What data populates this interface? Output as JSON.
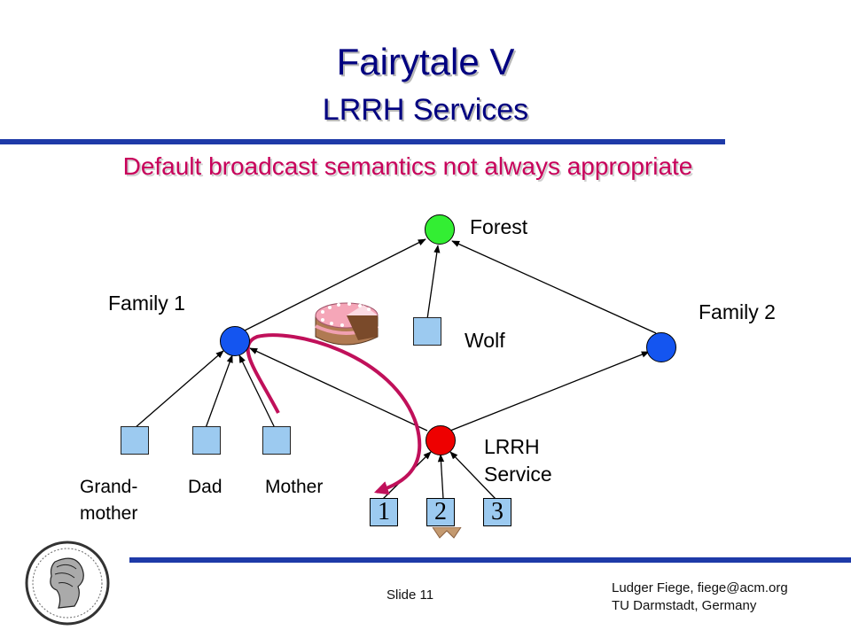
{
  "slide": {
    "title": "Fairytale V",
    "subtitle": "LRRH Services",
    "headline": "Default broadcast semantics not always appropriate"
  },
  "diagram": {
    "forest_label": "Forest",
    "family1_label": "Family 1",
    "family2_label": "Family 2",
    "wolf_label": "Wolf",
    "service_label_line1": "LRRH",
    "service_label_line2": "Service",
    "grandmother_line1": "Grand-",
    "grandmother_line2": "mother",
    "dad_label": "Dad",
    "mother_label": "Mother",
    "box1": "1",
    "box2": "2",
    "box3": "3"
  },
  "colors": {
    "title": "#000080",
    "rule": "#1e3aa8",
    "headline": "#c8005a",
    "forest_node": "#33ee33",
    "family_node": "#1455f0",
    "service_node": "#ee0000",
    "square": "#9ccaf0",
    "arrow_curve": "#c0105a"
  },
  "icons": [
    "cake-icon",
    "university-seal-logo"
  ],
  "footer": {
    "slide_label": "Slide",
    "slide_number": "11",
    "author": "Ludger Fiege, fiege@acm.org",
    "affiliation": "TU Darmstadt, Germany"
  }
}
